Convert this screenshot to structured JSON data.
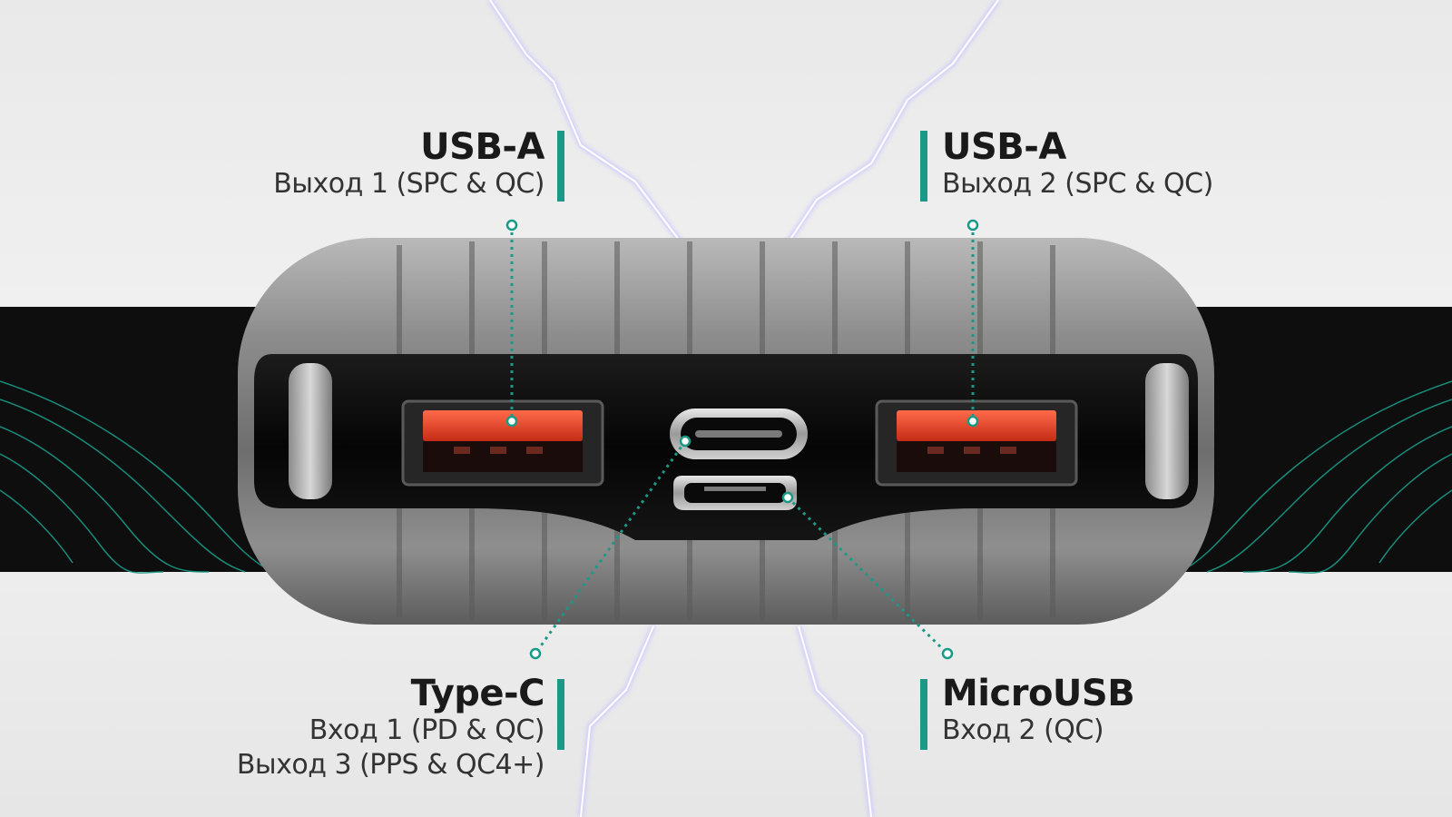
{
  "colors": {
    "accent": "#1a9a86",
    "band": "#111111",
    "port_orange": "#e8452a",
    "shell_gray": "#8a8a8a"
  },
  "labels": {
    "usb_a_1": {
      "title": "USB-A",
      "lines": [
        "Выход 1 (SPC & QC)"
      ]
    },
    "usb_a_2": {
      "title": "USB-A",
      "lines": [
        "Выход 2 (SPC & QC)"
      ]
    },
    "type_c": {
      "title": "Type-C",
      "lines": [
        "Вход 1 (PD & QC)",
        "Выход 3 (PPS & QC4+)"
      ]
    },
    "micro_usb": {
      "title": "MicroUSB",
      "lines": [
        "Вход 2 (QC)"
      ]
    }
  }
}
